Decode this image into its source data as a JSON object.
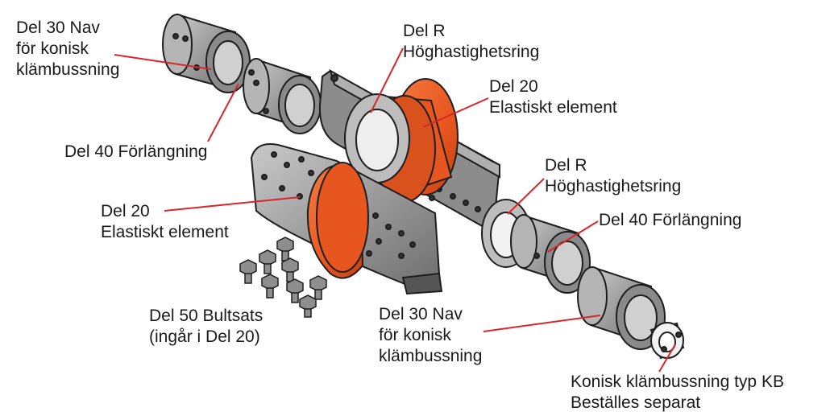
{
  "colors": {
    "part_gray": "#9b9b9b",
    "part_dark": "#6e6e6e",
    "part_light": "#d4d4d4",
    "element_orange": "#e8561f",
    "element_orange_dark": "#c4400f",
    "leader_line": "#d9262c",
    "outline": "#1e1e1e"
  },
  "labels": {
    "nav_top": [
      "Del 30 Nav",
      "för konisk",
      "klämbussning"
    ],
    "hs_ring_top": [
      "Del R",
      "Höghastighetsring"
    ],
    "elastic_right": [
      "Del 20",
      "Elastiskt element"
    ],
    "ext_left": [
      "Del 40 Förlängning"
    ],
    "hs_ring_right": [
      "Del R",
      "Höghastighetsring"
    ],
    "ext_right": [
      "Del 40 Förlängning"
    ],
    "elastic_left": [
      "Del 20",
      "Elastiskt element"
    ],
    "bolt_set": [
      "Del 50 Bultsats",
      "(ingår i Del 20)"
    ],
    "nav_bottom": [
      "Del 30 Nav",
      "för konisk",
      "klämbussning"
    ],
    "taper_bush": [
      "Konisk klämbussning typ KB",
      "Beställes separat"
    ]
  }
}
